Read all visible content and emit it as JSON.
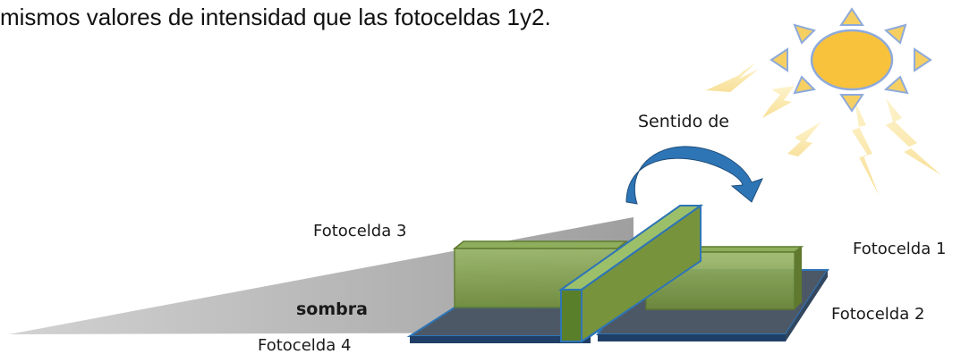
{
  "caption": "mismos valores de intensidad que las fotoceldas 1y2.",
  "labels": {
    "direction": "Sentido de",
    "cell1": "Fotocelda 1",
    "cell2": "Fotocelda 2",
    "cell3": "Fotocelda 3",
    "cell4": "Fotocelda 4",
    "shadow": "sombra"
  },
  "colors": {
    "sun_fill": "#f9c23c",
    "sun_ray": "#f6d575",
    "ray_outline": "#8eaadb",
    "lightning": "#fae6a0",
    "cell_green": "#77933c",
    "cell_dark": "#4f5a66",
    "cell_edge": "#2e75b6",
    "shadow": "#a6a6a6",
    "arrow": "#2e75b6"
  },
  "icons": [
    "sun-icon",
    "curved-arrow-icon",
    "light-ray-icon"
  ]
}
